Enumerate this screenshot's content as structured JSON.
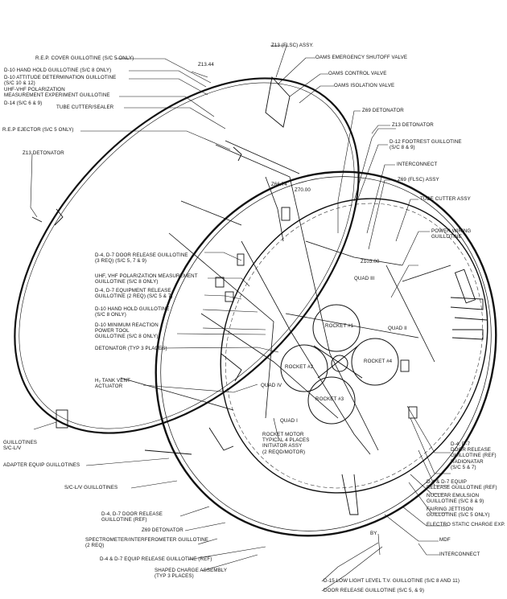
{
  "labels": {
    "rep_cover": "R.E.P. COVER GUILLOTINE (S/C 5 ONLY)",
    "d10_hand_hold_s8": "D-10 HAND HOLD GUILLOTINE (S/C 8 ONLY)",
    "d10_attitude": "D-10 ATTITUDE DETERMINATION GUILLOTINE\n(S/C 10 & 12)",
    "uhf_vhf_exp": "UHF-VHF POLARIZATION\nMEASUREMENT EXPERIMENT GUILLOTINE",
    "d14": "D-14 (S/C 6 & 9)",
    "tube_cutter_sealer": "TUBE CUTTER/SEALER",
    "rep_ejector": "R.E.P EJECTOR (S/C 5 ONLY)",
    "z13_detonator_left": "Z13 DETONATOR",
    "d4_d7_door": "D-4, D-7 DOOR RELEASE GUILLOTINE\n(3 REQ) (S/C 5, 7 & 9)",
    "uhf_vhf_meas": "UHF, VHF POLARIZATION MEASUREMENT\nGUILLOTINE (S/C 8 ONLY)",
    "d4_d7_equip": "D-4, D-7 EQUIPMENT RELEASE\nGUILLOTINE (2 REQ) (S/C 5 & 7)",
    "d10_hand_hold": "D-10 HAND HOLD GUILLOTINE\n(S/C 8 ONLY)",
    "d10_min_reaction": "D-10 MINIMUM REACTION\nPOWER TOOL\nGUILLOTINE (S/C 8 ONLY)",
    "detonator_typ3": "DETONATOR (TYP 3 PLACES)",
    "h2_tank": "H₂ TANK VENT\nACTUATOR",
    "guillotines_sclv": "GUILLOTINES\nS/C-L/V",
    "adapter_equip": "ADAPTER EQUIP GUILLOTINES",
    "sc_lv_guillotines": "S/C-L/V GUILLOTINES",
    "d4_d7_door_ref": "D-4, D-7 DOOR RELEASE\nGUILLOTINE (REF)",
    "z69_detonator_bottom": "Z69 DETONATOR",
    "spectrometer": "SPECTROMETER/INTERFEROMETER GUILLOTINE\n(2 REQ)",
    "d4_d7_equip_ref": "D-4 & D-7 EQUIP RELEASE GUILLOTINE (REF)",
    "shaped_charge": "SHAPED CHARGE ASSEMBLY\n(TYP 3 PLACES)",
    "z13_flsc": "Z13 (FLSC) ASSY.",
    "z13_44": "Z13.44",
    "oams_emergency": "OAMS EMERGENCY SHUTOFF VALVE",
    "oams_control": "OAMS CONTROL VALVE",
    "oams_isolation": "OAMS ISOLATION VALVE",
    "z69_detonator_top": "Z69 DETONATOR",
    "z13_detonator_right": "Z13 DETONATOR",
    "d12_footrest": "D-12 FOOTREST GUILLOTINE\n(S/C 8 & 9)",
    "interconnect_top": "INTERCONNECT",
    "z66_74": "Z66.74",
    "z70_00": "Z70.00",
    "z69_flsc": "Z69 (FLSC) ASSY",
    "tube_cutter_assy": "TUBE CUTTER ASSY",
    "power_wiring": "POWER WIRING\nGUILLOTINE",
    "z103_00": "Z103.00",
    "quad_iii": "QUAD III",
    "quad_ii": "QUAD II",
    "quad_iv": "QUAD IV",
    "quad_i": "QUAD I",
    "rocket_1": "ROCKET #1",
    "rocket_2": "ROCKET #2",
    "rocket_3": "ROCKET #3",
    "rocket_4": "ROCKET #4",
    "rocket_motor": "ROCKET MOTOR\nTYPICAL 4 PLACES\nINITIATOR ASSY\n(2 REQD/MOTOR)",
    "d4_d7_door_rr": "D-4, D-7\nDOOR RELEASE\nGUILLOTINE (REF)\nRADIONATAR\n(S/C 5 & 7)",
    "d4_d7_equip_rr": "D-4 & D-7 EQUIP\nRELEASE GUILLOTINE (REF)",
    "nuclear_emulsion": "NUCLEAR EMULSION\nGUILLOTINE (S/C 8 & 9)",
    "fairing_jettison": "FAIRING JETTISON\nGUILLOTINE (S/C 5 ONLY)",
    "electro_static": "ELECTRO STATIC CHARGE EXP.",
    "mdf": "MDF",
    "interconnect_bottom": "INTERCONNECT",
    "by": "BY",
    "d15": "D-15 LOW LIGHT LEVEL T.V. GUILLOTINE (S/C 8 AND 11)",
    "door_release_bottom": "DOOR RELEASE GUILLOTINE (S/C 5, & 9)"
  }
}
